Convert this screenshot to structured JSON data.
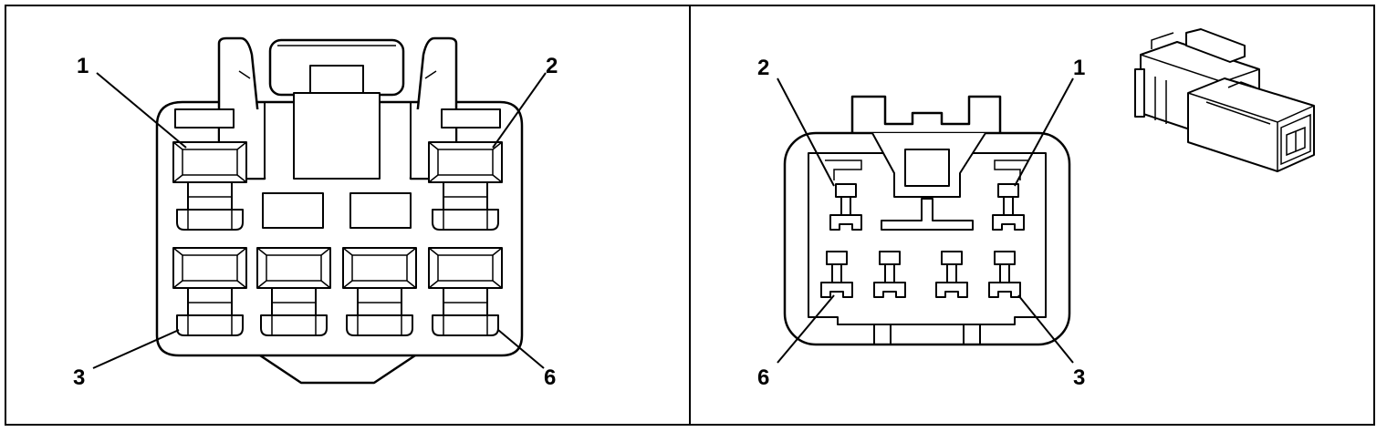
{
  "left_panel": {
    "labels": {
      "pin1": "1",
      "pin2": "2",
      "pin3": "3",
      "pin6": "6"
    }
  },
  "right_panel": {
    "labels": {
      "pin2": "2",
      "pin1": "1",
      "pin6": "6",
      "pin3": "3"
    }
  },
  "colors": {
    "line": "#000000",
    "background": "#ffffff",
    "connector_fill": "#ffffff",
    "shade": "#cccccc"
  }
}
